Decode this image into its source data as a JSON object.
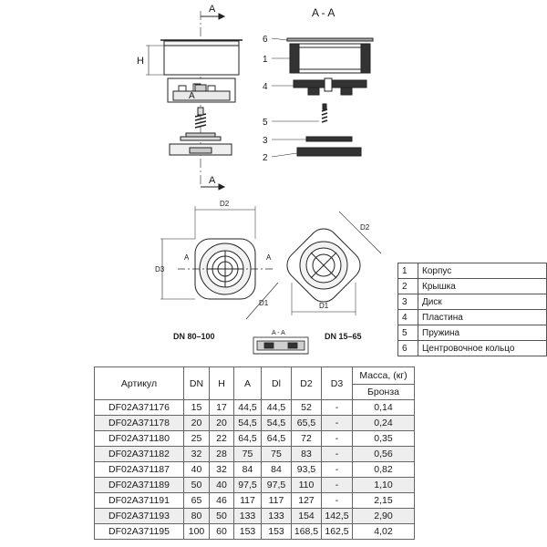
{
  "section_marks": {
    "a_top": "A",
    "a_bottom": "A",
    "section_title": "A - A",
    "h": "H",
    "a_mid": "A"
  },
  "exploded_callouts": [
    "6",
    "1",
    "4",
    "5",
    "3",
    "2"
  ],
  "plan_view": {
    "d2": "D2",
    "d3": "D3",
    "d1": "D1",
    "a_left": "A",
    "a_right": "A",
    "caption_left": "DN 80–100",
    "caption_right": "DN 15–65",
    "d2_right": "D2",
    "d1_right": "D1",
    "mini_section": "A - A"
  },
  "parts": [
    {
      "num": "1",
      "name": "Корпус"
    },
    {
      "num": "2",
      "name": "Крышка"
    },
    {
      "num": "3",
      "name": "Диск"
    },
    {
      "num": "4",
      "name": "Пластина"
    },
    {
      "num": "5",
      "name": "Пружина"
    },
    {
      "num": "6",
      "name": "Центровочное кольцо"
    }
  ],
  "table": {
    "headers": {
      "article": "Артикул",
      "dn": "DN",
      "h": "H",
      "a": "A",
      "dl": "Dl",
      "d2": "D2",
      "d3": "D3",
      "mass": "Масса, (кг)",
      "bronze": "Бронза"
    },
    "rows": [
      [
        "DF02A371176",
        "15",
        "17",
        "44,5",
        "44,5",
        "52",
        "-",
        "0,14"
      ],
      [
        "DF02A371178",
        "20",
        "20",
        "54,5",
        "54,5",
        "65,5",
        "-",
        "0,24"
      ],
      [
        "DF02A371180",
        "25",
        "22",
        "64,5",
        "64,5",
        "72",
        "-",
        "0,35"
      ],
      [
        "DF02A371182",
        "32",
        "28",
        "75",
        "75",
        "83",
        "-",
        "0,56"
      ],
      [
        "DF02A371187",
        "40",
        "32",
        "84",
        "84",
        "93,5",
        "-",
        "0,82"
      ],
      [
        "DF02A371189",
        "50",
        "40",
        "97,5",
        "97,5",
        "110",
        "-",
        "1,10"
      ],
      [
        "DF02A371191",
        "65",
        "46",
        "117",
        "117",
        "127",
        "-",
        "2,15"
      ],
      [
        "DF02A371193",
        "80",
        "50",
        "133",
        "133",
        "154",
        "142,5",
        "2,90"
      ],
      [
        "DF02A371195",
        "100",
        "60",
        "153",
        "153",
        "168,5",
        "162,5",
        "4,02"
      ]
    ]
  }
}
